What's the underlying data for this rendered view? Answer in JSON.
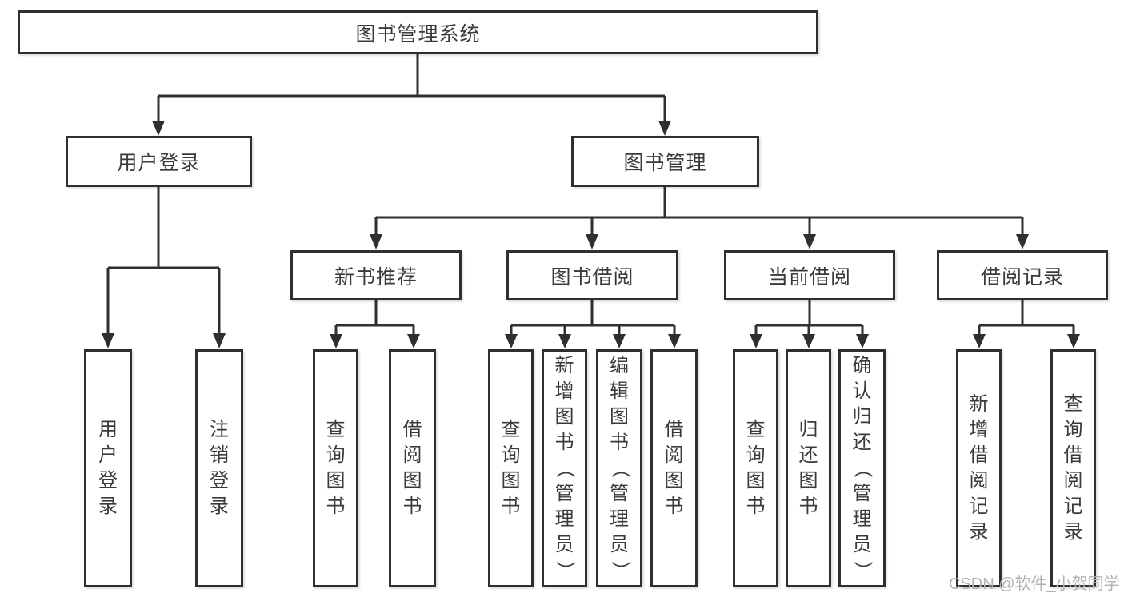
{
  "nodes": {
    "root": "图书管理系统",
    "level2": [
      "用户登录",
      "图书管理"
    ],
    "level3": [
      "新书推荐",
      "图书借阅",
      "当前借阅",
      "借阅记录"
    ],
    "leaves": {
      "user_login": [
        "用户登录",
        "注销登录"
      ],
      "new_books": [
        "查询图书",
        "借阅图书"
      ],
      "book_borrow": [
        "查询图书",
        "新增图书（管理员）",
        "编辑图书（管理员）",
        "借阅图书"
      ],
      "current_borrow": [
        "查询图书",
        "归还图书",
        "确认归还（管理员）"
      ],
      "borrow_records": [
        "新增借阅记录",
        "查询借阅记录"
      ]
    }
  },
  "watermark": {
    "text": "CSDN @软件_小贺同学"
  },
  "colors": {
    "line": "#2f2f2f",
    "text": "#3a3a3a",
    "watermark": "#b2b2b2",
    "background": "#ffffff"
  }
}
